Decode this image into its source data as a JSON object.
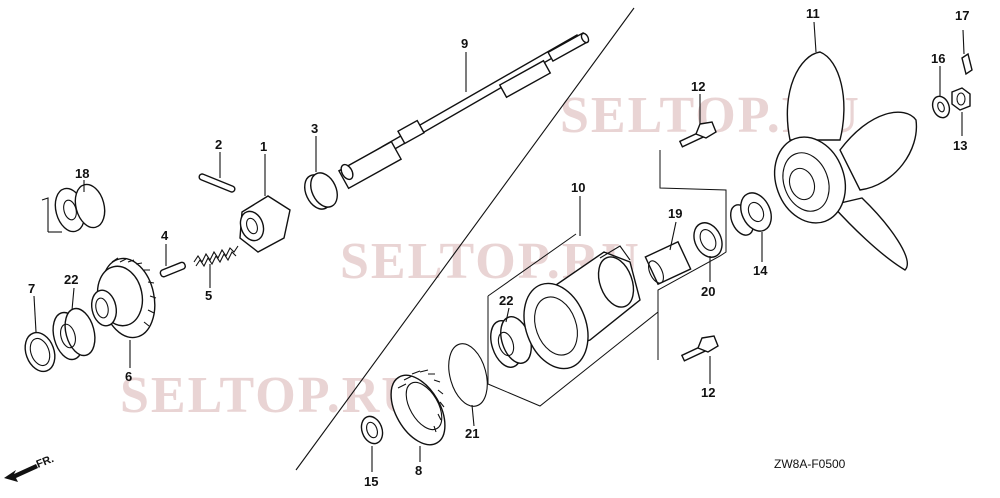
{
  "watermarks": [
    "SELTOP.RU",
    "SELTOP.RU",
    "SELTOP.RU"
  ],
  "diagram_code": "ZW8A-F0500",
  "direction_label": "FR.",
  "callouts": {
    "p1": "1",
    "p2": "2",
    "p3": "3",
    "p4": "4",
    "p5": "5",
    "p6": "6",
    "p7": "7",
    "p8": "8",
    "p9": "9",
    "p10": "10",
    "p11": "11",
    "p12a": "12",
    "p12b": "12",
    "p13": "13",
    "p14": "14",
    "p15": "15",
    "p16": "16",
    "p17": "17",
    "p18": "18",
    "p19": "19",
    "p20": "20",
    "p21": "21",
    "p22a": "22",
    "p22b": "22"
  }
}
